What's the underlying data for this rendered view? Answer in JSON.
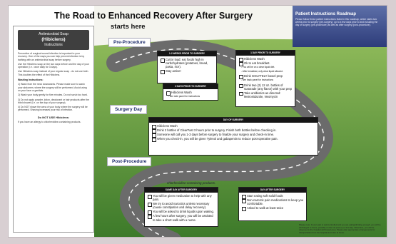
{
  "title": "The Road to Enhanced Recovery After Surgery",
  "subtitle": "starts here",
  "roadmap": {
    "title": "Patient Instructions Roadmap",
    "text": "Please follow these patient instructions listed in this roadmap, which starts two weeks prior to surgery (pre-surgery), up to a few days prior to and including the day of surgery (pre-procedure) as well as after surgery (post-procedure)."
  },
  "sidebar": {
    "soap_heading": "Antimicrobial Soap",
    "soap_name": "(Hibiclens)",
    "soap_sub": "Instructions",
    "intro": "Prevention of surgical wound infection is important to your recovery. One of the ways you can help prevent infection is by bathing with an antimicrobial soap before surgery.",
    "checks": [
      "Use the Hibiclens soap on the two days before and the day of your operation (i.e.: once daily for 3 days).",
      "Use Hibiclens soap instead of your regular soap - do not use both. This doubles the effect of the Hibiclens."
    ],
    "washing_heading": "Washing Instructions:",
    "steps": [
      "1)  Wash from the neck downwards. Please make sure to wash your abdomen, where the surgery will be performed. Avoid using on your face or genitals.",
      "2)  Wash your body gently for five minutes. Do not scrub too hard.",
      "3)  Do not apply powder, lotion, deodorant or hair products after the third shower (i.e. on the day of your surgery).",
      "4)  Do NOT shave the area of your body where the surgery will be performed. Shaving increases your risk of infection."
    ],
    "dont_use": "Do NOT USE Hibiclens:",
    "allergy": "If you have an allergy to chlorhexidine-containing products."
  },
  "sections": {
    "pre": "Pre-Procedure",
    "day": "Surgery Day",
    "post": "Post-Procedure"
  },
  "boxes": {
    "two_weeks": {
      "header": "1-2 WEEKS PRIOR TO SURGERY",
      "items": [
        "Cut/or load: eat foods high in carbohydrates (potatoes, bread, pasta, rice).",
        "Stay active!"
      ]
    },
    "one_day": {
      "header": "1 DAY PRIOR TO SURGERY",
      "items": [
        "Hibiclens Wash",
        "Ok to eat breakfast.",
        "Drink GOLYTELY bowel prep",
        "Drink two (2) 12 oz. bottles of Gatorade (any flavor) with your prep",
        "Take antibiotics as directed: Metronidazole, Neomycin"
      ],
      "subs": [
        "- You will be on a clear liquid diet.",
        "- After breakfast, only clear liquid allowed.",
        "- see back panel for instructions"
      ]
    },
    "two_days": {
      "header": "2 DAYS PRIOR TO SURGERY",
      "items": [
        "Hibiclens Wash"
      ],
      "subs": [
        "- see side panel for instructions"
      ]
    },
    "surgery_day": {
      "header": "DAY OF SURGERY",
      "items": [
        "Hibiclens Wash",
        "Drink 2 bottles of ClearFast 3 hours prior to surgery. Finish both bottles before checking in.",
        "Someone will call you 1-3 days before surgery to finalize your surgery and check-in time.",
        "When you check-in, you will be given Tylenol and gabapentin to reduce post-operative pain."
      ]
    },
    "same_day": {
      "header": "SAME DAY AFTER SURGERY",
      "items": [
        "You will be given medication to help with any pain.",
        "We try to avoid narcotics unless necessary (cause constipation and delay recovery).",
        "You will be asked to drink liquids upon waking.",
        "A few hours after surgery, you will be assisted to take a short walk with a nurse."
      ]
    },
    "day_after": {
      "header": "DAY AFTER SURGERY",
      "items": [
        "Start eating soft solid foods",
        "Non-narcotic pain medications to keep you comfortable.",
        "Asked to walk at least twice"
      ]
    }
  },
  "note": "chlorhexidine-containing products.",
  "contact": "Please note: If your pain is well-controlled and you are eating/drinking enough, you will be discharged to home, possibly on the 1st post-op or 2nd day. Otherwise, you will be observed in the hospital with bowel prep. Please plan appropriate arrangements for transportation from the hospital and care at home."
}
